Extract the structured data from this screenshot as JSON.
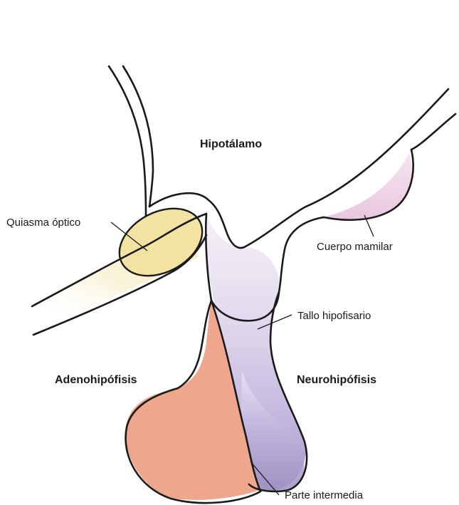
{
  "labels": {
    "hypothalamus": "Hipotálamo",
    "optic_chiasm": "Quiasma óptico",
    "mammillary_body": "Cuerpo mamilar",
    "pituitary_stalk": "Tallo hipofisario",
    "adenohypophysis": "Adenohipófisis",
    "neurohypophysis": "Neurohipófisis",
    "pars_intermedia": "Parte intermedia"
  },
  "colors": {
    "outline": "#1a1a1a",
    "optic_chiasm_fill": "#f3e3a2",
    "mammillary_fill": "#efcfe6",
    "stalk_fill_top": "#efe8f5",
    "neurohypophysis_fill": "#a89cc8",
    "adenohypophysis_fill": "#eea68c"
  }
}
